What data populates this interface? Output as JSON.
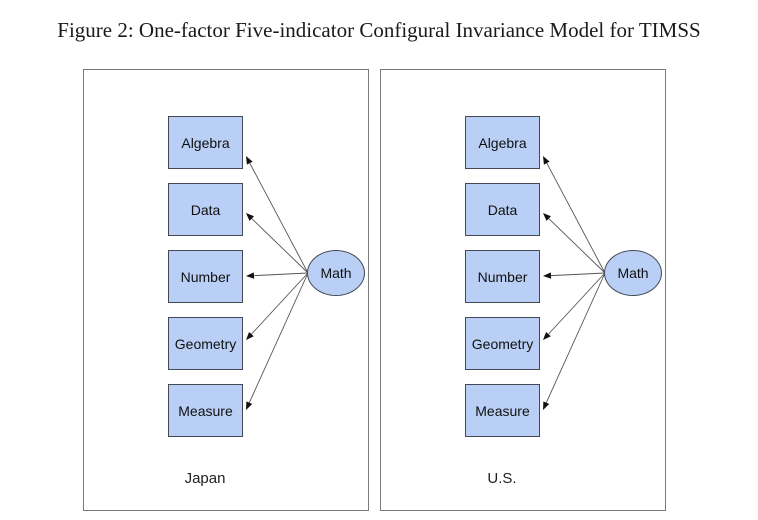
{
  "title": "Figure 2: One-factor Five-indicator Configural Invariance Model for TIMSS",
  "colors": {
    "box_fill": "#b9cff5",
    "box_border": "#444a55",
    "arrow": "#555555"
  },
  "groups": [
    {
      "label": "Japan",
      "factor": "Math",
      "indicators": [
        "Algebra",
        "Data",
        "Number",
        "Geometry",
        "Measure"
      ]
    },
    {
      "label": "U.S.",
      "factor": "Math",
      "indicators": [
        "Algebra",
        "Data",
        "Number",
        "Geometry",
        "Measure"
      ]
    }
  ]
}
